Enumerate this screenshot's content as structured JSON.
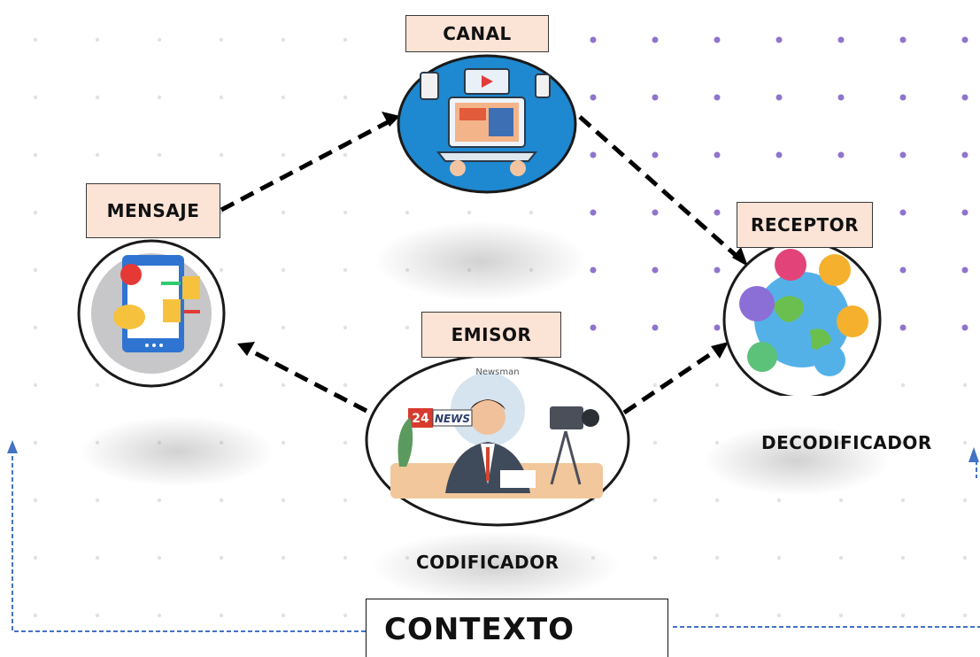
{
  "diagram": {
    "nodes": {
      "canal": "CANAL",
      "mensaje": "MENSAJE",
      "receptor": "RECEPTOR",
      "emisor": "EMISOR"
    },
    "captions": {
      "codificador": "CODIFICADOR",
      "decodificador": "DECODIFICADOR"
    },
    "context": "CONTEXTO",
    "illustration_text": {
      "news_number": "24",
      "news_word": "NEWS",
      "newsman": "Newsman"
    }
  },
  "colors": {
    "label_fill": "#fbe3d6",
    "arrow": "#000000",
    "context_line": "#4472c4",
    "dots": "#7b5cc4"
  },
  "icons": {
    "canal": "laptop-devices-icon",
    "mensaje": "smartphone-messages-icon",
    "receptor": "globe-people-icon",
    "emisor": "newsman-broadcast-icon"
  }
}
